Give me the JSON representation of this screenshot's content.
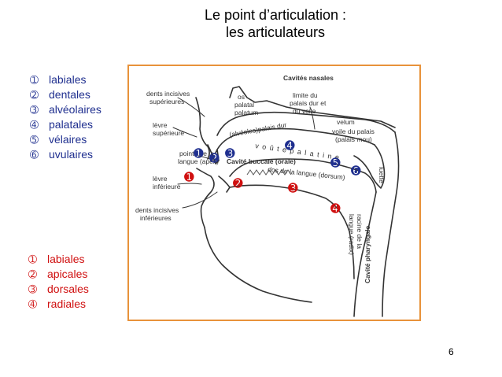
{
  "slide": {
    "title_line1": "Le point d’articulation :",
    "title_line2": "les articulateurs",
    "page_number": "6"
  },
  "passive_articulators": [
    {
      "num": "➀",
      "label": "labiales"
    },
    {
      "num": "➁",
      "label": "dentales"
    },
    {
      "num": "➂",
      "label": "alvéolaires"
    },
    {
      "num": "➃",
      "label": "palatales"
    },
    {
      "num": "➄",
      "label": "vélaires"
    },
    {
      "num": "➅",
      "label": "uvulaires"
    }
  ],
  "active_articulators": [
    {
      "num": "➀",
      "label": "labiales"
    },
    {
      "num": "➁",
      "label": "apicales"
    },
    {
      "num": "➂",
      "label": "dorsales"
    },
    {
      "num": "➃",
      "label": "radiales"
    }
  ],
  "diagram": {
    "colors": {
      "frame": "#e8923a",
      "blue": "#1f2f8f",
      "red": "#d01010",
      "ink": "#333333"
    },
    "labels": {
      "cavites_nasales": "Cavités nasales",
      "dents_sup_1": "dents incisives",
      "dents_sup_2": "supérieures",
      "os_palatal_1": "os",
      "os_palatal_2": "palatal",
      "os_palatal_3": "palatum",
      "limite_1": "limite du",
      "limite_2": "palais dur et",
      "limite_3": "du voile",
      "levre_sup_1": "lèvre",
      "levre_sup_2": "supérieure",
      "alveoles": "(alvéoles)palais dur",
      "velum": "velum",
      "voile_1": "voile du palais",
      "voile_2": "(palais mou)",
      "voute": "v o û t e   p a l a t i n e",
      "pointe_1": "pointe de la",
      "pointe_2": "langue (apex)",
      "cavite_buccale": "Cavité buccale (orale)",
      "dos_langue": "dos de la langue (dorsum)",
      "luette": "luette",
      "levre_inf_1": "lèvre",
      "levre_inf_2": "inférieure",
      "dents_inf_1": "dents incisives",
      "dents_inf_2": "inférieures",
      "racine_1": "racine de la",
      "racine_2": "langue (radix)",
      "cavite_pharyngale": "Cavité pharyngale"
    },
    "blue_markers": [
      "➊",
      "➋",
      "➌",
      "➍",
      "➎",
      "➏"
    ],
    "red_markers": [
      "➊",
      "➋",
      "➌",
      "➍"
    ]
  }
}
